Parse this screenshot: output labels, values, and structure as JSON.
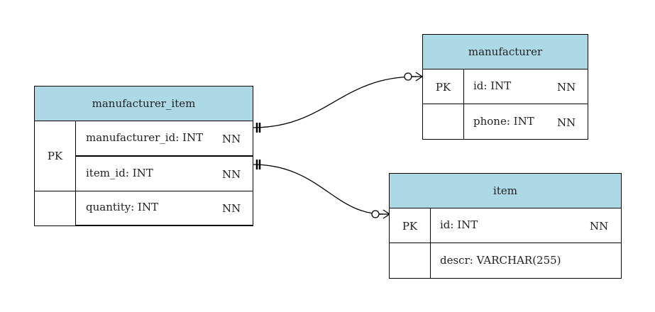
{
  "tables": {
    "manufacturer_item": {
      "name": "manufacturer_item",
      "pk_label": "PK",
      "columns": [
        {
          "name": "manufacturer_id",
          "type": "INT",
          "nn": "NN"
        },
        {
          "name": "item_id",
          "type": "INT",
          "nn": "NN"
        },
        {
          "name": "quantity",
          "type": "INT",
          "nn": "NN"
        }
      ]
    },
    "manufacturer": {
      "name": "manufacturer",
      "pk_label": "PK",
      "columns": [
        {
          "name": "id",
          "type": "INT",
          "nn": "NN"
        },
        {
          "name": "phone",
          "type": "INT",
          "nn": "NN"
        }
      ]
    },
    "item": {
      "name": "item",
      "pk_label": "PK",
      "columns": [
        {
          "name": "id",
          "type": "INT",
          "nn": "NN"
        },
        {
          "name": "descr",
          "type": "VARCHAR(255)",
          "nn": ""
        }
      ]
    }
  },
  "relationships": [
    {
      "from": "manufacturer_item.manufacturer_id",
      "to": "manufacturer.id",
      "from_cardinality": "one-and-only-one",
      "to_cardinality": "zero-or-many"
    },
    {
      "from": "manufacturer_item.item_id",
      "to": "item.id",
      "from_cardinality": "one-and-only-one",
      "to_cardinality": "zero-or-many"
    }
  ]
}
